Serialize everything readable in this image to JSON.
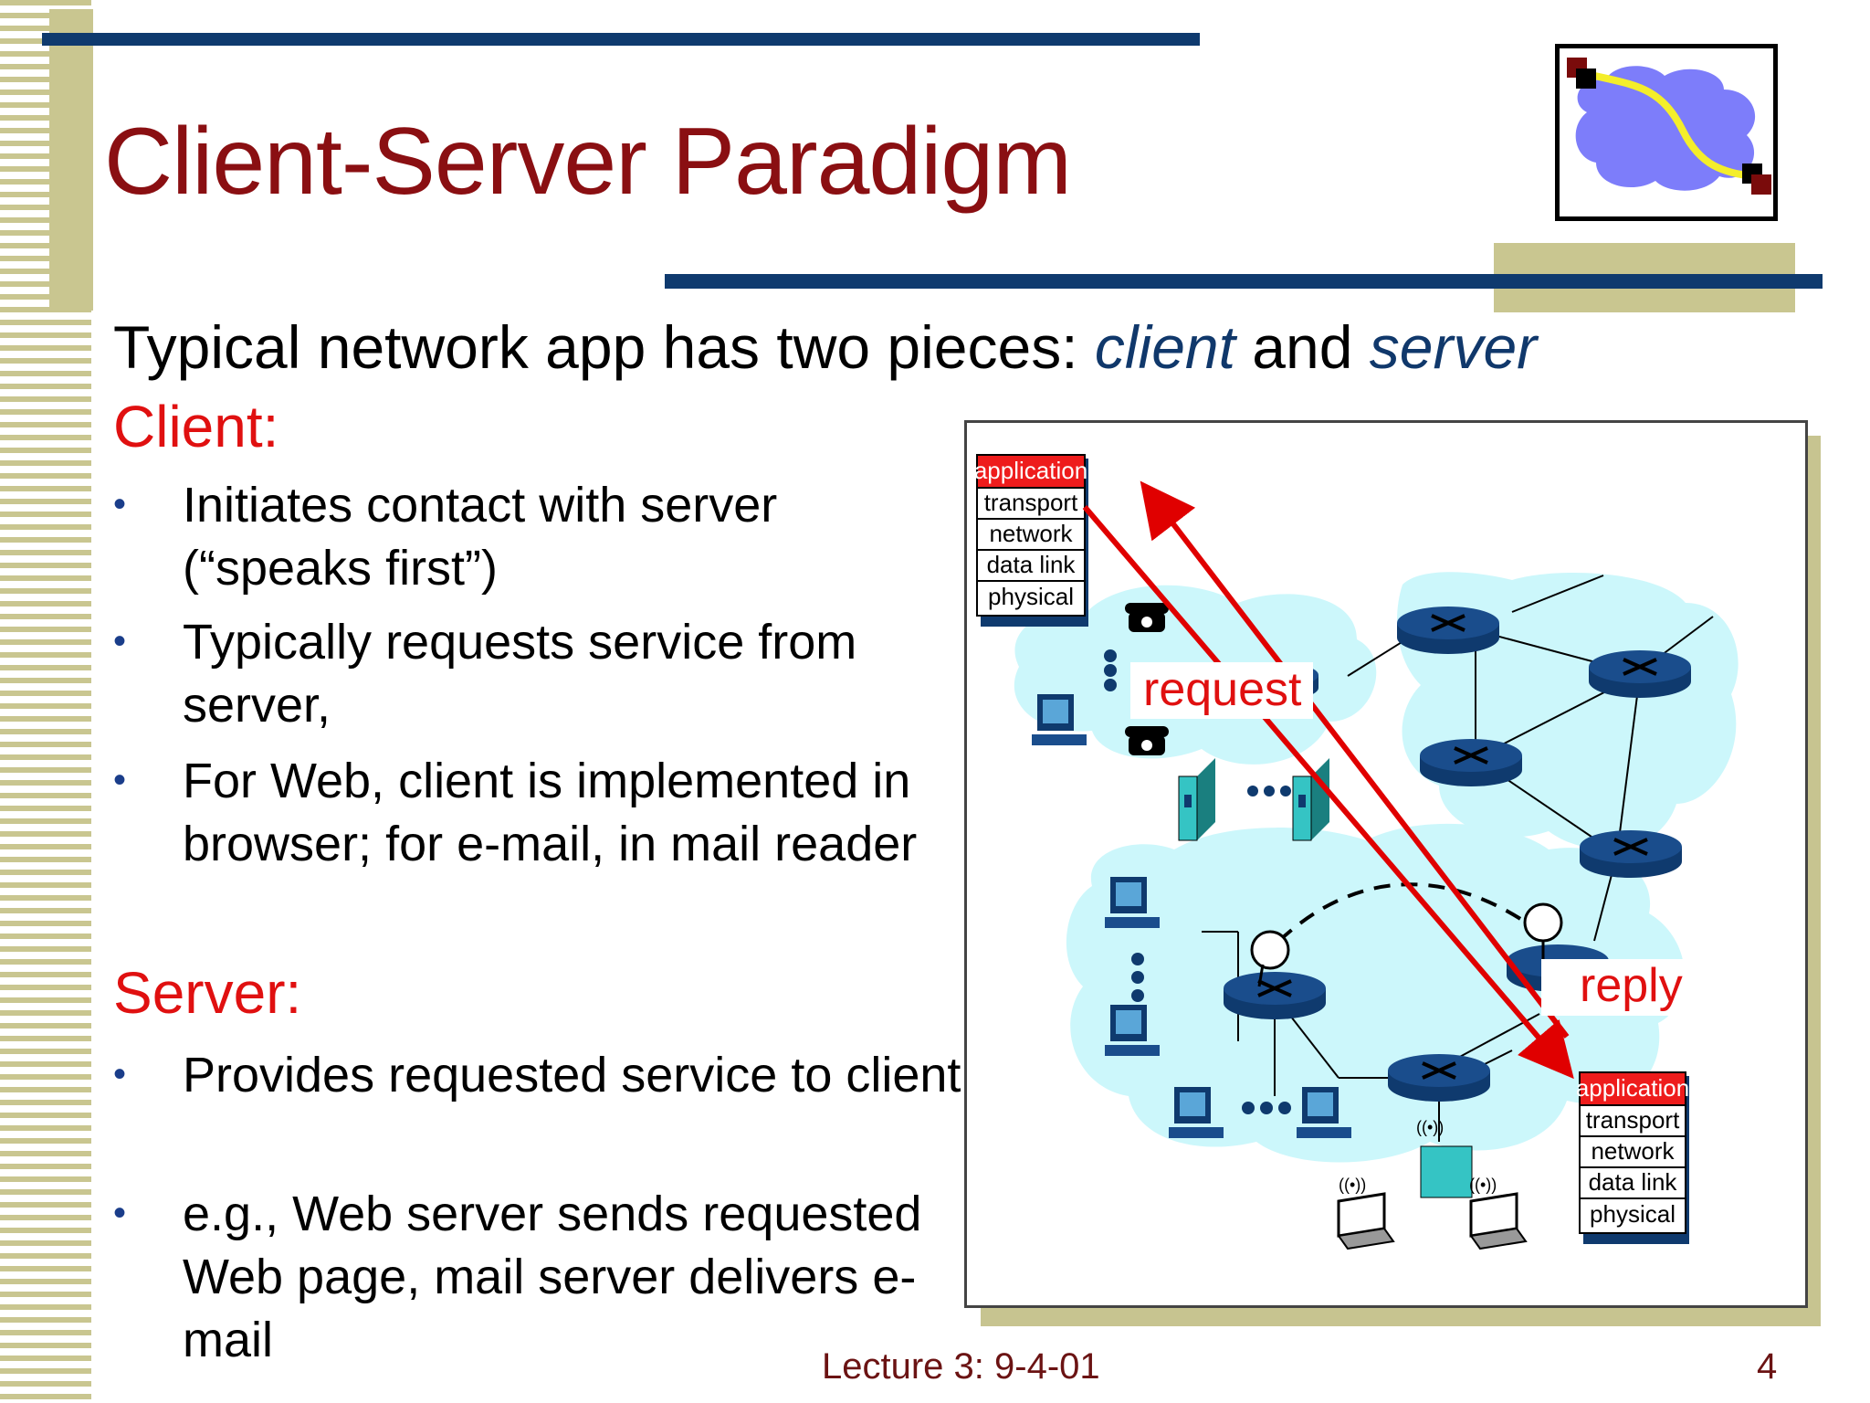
{
  "slide": {
    "title": "Client-Server Paradigm",
    "subtitle_parts": [
      "Typical network app has two pieces: ",
      "client",
      " and ",
      "server"
    ],
    "client_heading": "Client:",
    "client_bullets": [
      {
        "marker": "•",
        "text": "Initiates contact with server (“speaks first”)"
      },
      {
        "marker": "•",
        "text": "Typically requests service from server,"
      },
      {
        "marker": "•",
        "text": "For Web, client is implemented in browser; for e-mail, in mail reader"
      }
    ],
    "server_heading": "Server:",
    "server_bullets": [
      {
        "marker": "•",
        "text": "Provides requested service to client"
      },
      {
        "marker": "•",
        "text": "e.g., Web server sends requested Web page, mail server delivers e-mail"
      }
    ],
    "footer_lecture": "Lecture 3: 9-4-01",
    "footer_page": "4"
  },
  "diagram": {
    "client_stack": [
      "application",
      "transport",
      "network",
      "data link",
      "physical"
    ],
    "server_stack": [
      "application",
      "transport",
      "network",
      "data link",
      "physical"
    ],
    "request_label": "request",
    "reply_label": "reply"
  },
  "colors": {
    "title": "#8a0f12",
    "heading": "#e01010",
    "accent_blue": "#0f3a6e",
    "olive": "#c7c490",
    "arrow": "#e00000",
    "cloud": "#ccf7fb",
    "router": "#0f3a6e"
  }
}
